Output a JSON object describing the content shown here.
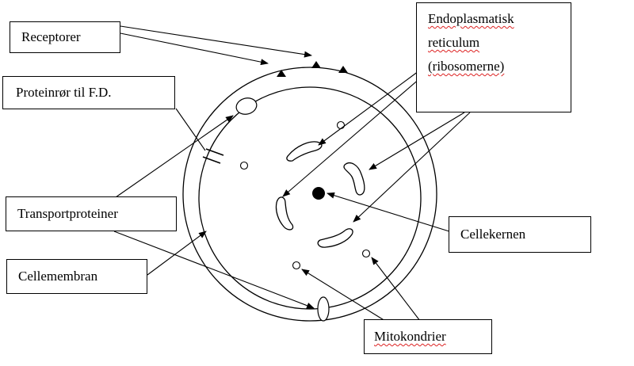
{
  "labels": {
    "receptorer": "Receptorer",
    "proteinror": "Proteinrør til F.D.",
    "er_line1": "Endoplasmatisk",
    "er_line2": "reticulum",
    "er_line3": "(ribosomerne)",
    "transportproteiner": "Transportproteiner",
    "cellemembran": "Cellemembran",
    "cellekernen": "Cellekernen",
    "mitokondrier": "Mitokondrier"
  },
  "colors": {
    "line": "#000000",
    "spellcheck_underline": "#dd2222"
  }
}
